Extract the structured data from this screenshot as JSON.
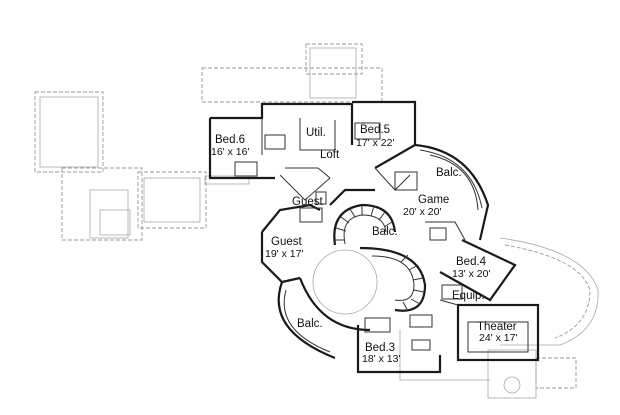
{
  "rooms": {
    "bed6": {
      "name": "Bed.6",
      "dims": "16' x 16'"
    },
    "util": {
      "name": "Util."
    },
    "bed5": {
      "name": "Bed.5",
      "dims": "17' x 22'"
    },
    "loft": {
      "name": "Loft"
    },
    "balc_ne": {
      "name": "Balc."
    },
    "game": {
      "name": "Game",
      "dims": "20' x 20'"
    },
    "guest_bath": {
      "name": "Guest"
    },
    "guest": {
      "name": "Guest",
      "dims": "19' x 17'"
    },
    "balc_center": {
      "name": "Balc."
    },
    "bed4": {
      "name": "Bed.4",
      "dims": "13' x 20'"
    },
    "equip": {
      "name": "Equip."
    },
    "theater": {
      "name": "Theater",
      "dims": "24' x 17'"
    },
    "balc_sw": {
      "name": "Balc."
    },
    "bed3": {
      "name": "Bed.3",
      "dims": "18' x 13'"
    }
  }
}
